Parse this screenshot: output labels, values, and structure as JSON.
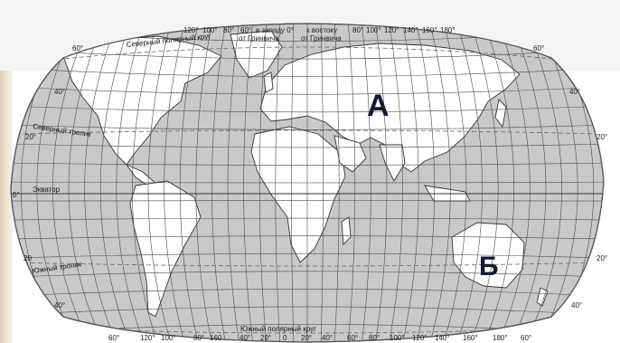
{
  "map": {
    "top_degree_labels": [
      "120°",
      "100°",
      "80°",
      "60°",
      "в западу 0°",
      "к востоку",
      "80°",
      "100°",
      "120°",
      "140°",
      "160°",
      "180°"
    ],
    "greenwich_west": "от Гринвича",
    "greenwich_east": "от Гринвича",
    "bottom_degree_labels": [
      "60°",
      "120°",
      "100°",
      "80°",
      "160",
      "40°",
      "20°",
      "0",
      "20°",
      "40°",
      "60°",
      "80°",
      "100°",
      "120°",
      "140°",
      "160°",
      "180°",
      "60°"
    ],
    "lat_labels_left": [
      "60°",
      "40°",
      "20°",
      "0°",
      "20",
      "40°"
    ],
    "lat_labels_right": [
      "60°",
      "40°",
      "20°",
      "20°",
      "40°"
    ],
    "lines": {
      "arctic_circle": "Северный полярный круг",
      "tropic_north": "Северный тропик",
      "equator": "Экватор",
      "tropic_south": "Южный тропик",
      "antarctic_circle": "Южный полярный круг"
    },
    "markers": {
      "a": "А",
      "b": "Б"
    },
    "colors": {
      "ocean": "#c9c9c9",
      "land": "#ffffff",
      "grid": "#4a4a4a",
      "border": "#5a5a5a"
    }
  }
}
